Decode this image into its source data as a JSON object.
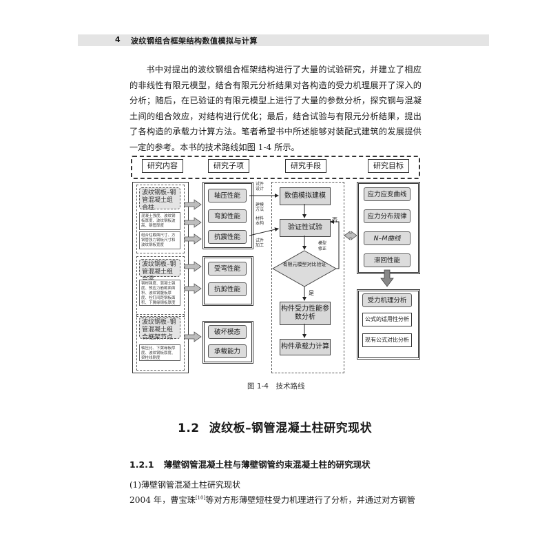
{
  "header": {
    "page_number": "4",
    "running_title": "波纹钢组合框架结构数值模拟与计算"
  },
  "body": {
    "paragraph": "书中对提出的波纹钢组合框架结构进行了大量的试验研究，并建立了相应的非线性有限元模型，结合有限元分析结果对各构造的受力机理展开了深入的分析；随后，在已验证的有限元模型上进行了大量的参数分析，探究钢与混凝土间的组合效应，对结构进行优化；最后，结合试验与有限元分析结果，提出了各构造的承载力计算方法。笔者希望书中所述能够对装配式建筑的发展提供一定的参考。本书的技术路线如图 1-4 所示。"
  },
  "diagram": {
    "columns": [
      "研究内容",
      "研究子项",
      "研究手段",
      "研究目标"
    ],
    "content": {
      "group1_title": "波纹钢板–钢管混凝土组合柱",
      "group1_note1": "混凝土强度、波纹钢板厚度、波纹钢板波高、钢管厚度",
      "group1_note2": "组合柱截面尺寸、方钢管强力钢板尺寸和波纹钢板宽度",
      "group2_title": "波纹钢板–钢管混凝土组合梁",
      "group2_note": "钢材强度、混凝土强度、预应力筋截面面积、波纹钢腹板厚度、栓钉间距钢板面积、下翼缘钢板厚度",
      "group3_title": "波纹钢板–钢管混凝土组合框架节点",
      "group3_note": "轴压比、下翼缘板厚度、波纹钢板厚度、梁柱线刚度"
    },
    "subitems": [
      "轴压性能",
      "弯剪性能",
      "抗震性能",
      "受弯性能",
      "抗剪性能",
      "破坏模态",
      "承载能力"
    ],
    "means": {
      "box1": "数值模拟建模",
      "box2": "验证性试验",
      "diamond": "有限元模型对比验证",
      "box3": "构件受力性能参数分析",
      "box4": "构件承载力计算",
      "no_label": "否",
      "yes_label": "是",
      "revise_label": "模型修正",
      "lbl_design": "试件设计",
      "lbl_method": "建模方法",
      "lbl_material": "材料本构",
      "lbl_process": "试件加工"
    },
    "goals": [
      "应力应变曲线",
      "应力分布规律",
      "N–M曲线",
      "滞回性能",
      "受力机理分析",
      "公式的适用性分析",
      "现有公式对比分析"
    ]
  },
  "caption": "图 1-4　技术路线",
  "section": {
    "num": "1.2",
    "title": "波纹板–钢管混凝土柱研究现状"
  },
  "subsection": {
    "num": "1.2.1",
    "title": "薄壁钢管混凝土柱与薄壁钢管约束混凝土柱的研究现状"
  },
  "item": "(1)薄壁钢管混凝土柱研究现状",
  "last_line": {
    "before": "2004 年，曹宝珠",
    "ref": "[10]",
    "after": "等对方形薄壁短柱受力机理进行了分析，并通过对方钢管"
  }
}
